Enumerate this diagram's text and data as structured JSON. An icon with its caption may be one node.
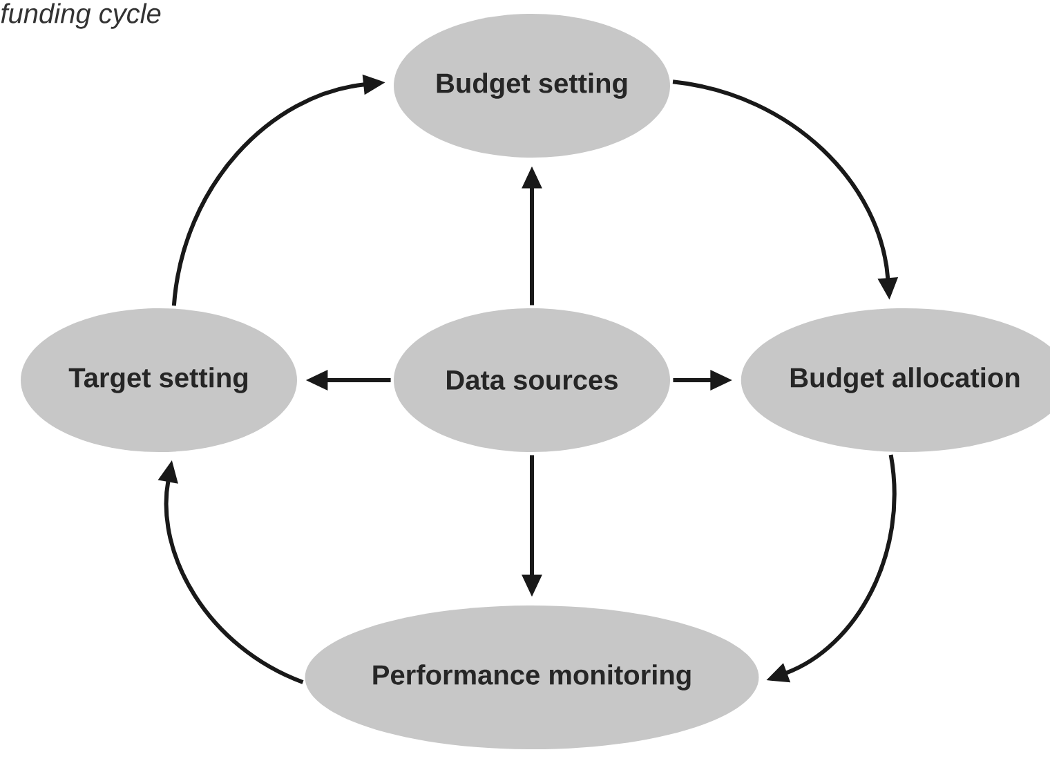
{
  "diagram": {
    "title": "funding cycle",
    "nodes": [
      {
        "text": [
          "Budget setting"
        ]
      },
      {
        "text": [
          "Target setting"
        ]
      },
      {
        "text": [
          "Data sources"
        ]
      },
      {
        "text": [
          "Budget allocation"
        ]
      },
      {
        "text": [
          "Performance monitoring"
        ]
      }
    ],
    "edges": [
      {
        "from": 0,
        "to": 3,
        "arrow": "to"
      },
      {
        "from": 3,
        "to": 4,
        "arrow": "to"
      },
      {
        "from": 4,
        "to": 1,
        "arrow": "to"
      },
      {
        "from": 1,
        "to": 0,
        "arrow": "to"
      },
      {
        "from": 2,
        "to": 0,
        "arrow": "to"
      },
      {
        "from": 2,
        "to": 1,
        "arrow": "to"
      },
      {
        "from": 2,
        "to": 3,
        "arrow": "to"
      },
      {
        "from": 2,
        "to": 4,
        "arrow": "to"
      }
    ]
  }
}
